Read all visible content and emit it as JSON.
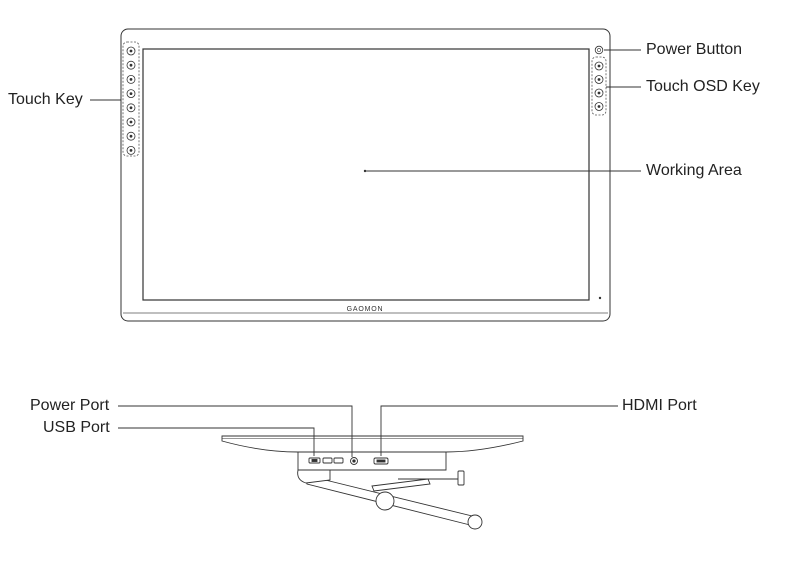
{
  "callouts": {
    "touch_key": "Touch Key",
    "power_button": "Power Button",
    "touch_osd_key": "Touch OSD Key",
    "working_area": "Working Area",
    "power_port": "Power Port",
    "usb_port": "USB Port",
    "hdmi_port": "HDMI Port"
  },
  "brand": {
    "logo_text": "GAOMON"
  },
  "touch_keys": {
    "count": 8
  },
  "osd_keys": {
    "count": 4
  }
}
